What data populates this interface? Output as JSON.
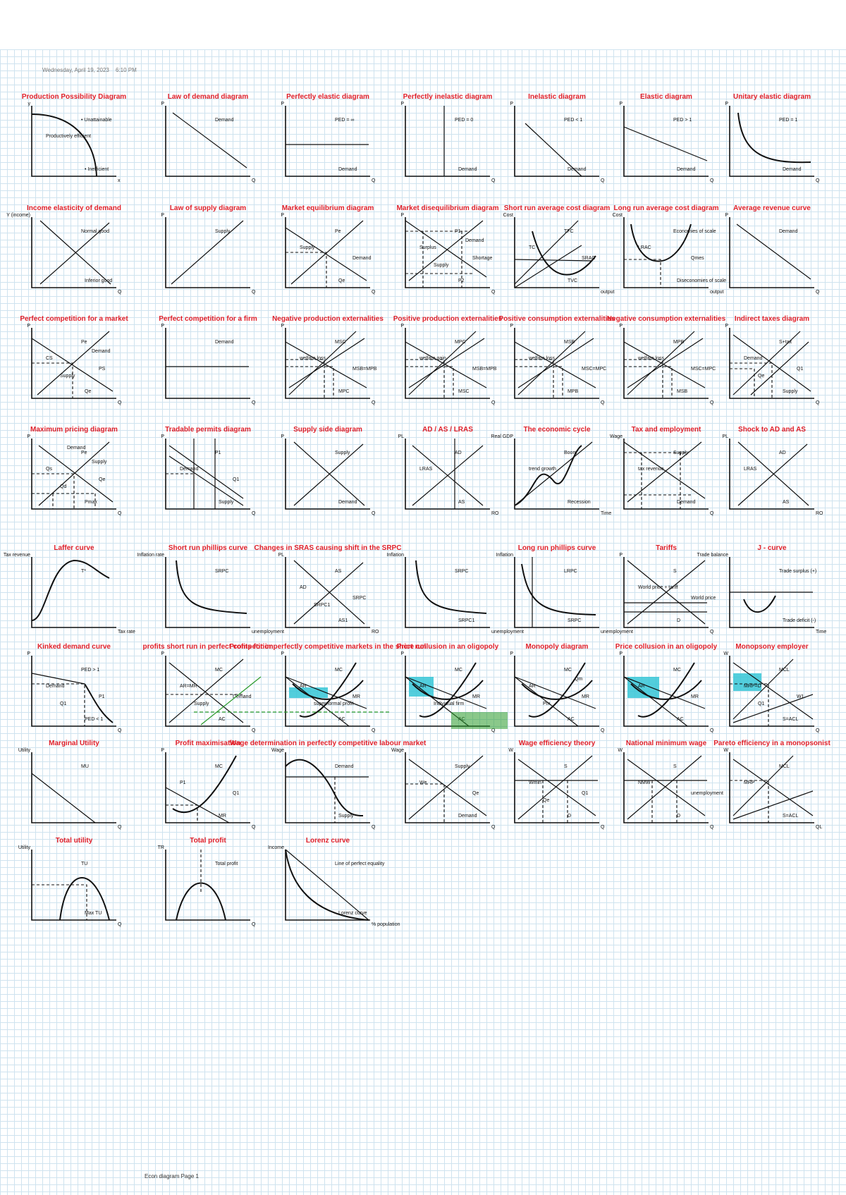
{
  "header": {
    "date": "Wednesday, April 19, 2023",
    "time": "6:10 PM"
  },
  "footer": {
    "page_label": "Econ diagram Page 1"
  },
  "rows": [
    {
      "diagrams": [
        {
          "title": "Production Possibility Diagram",
          "labels": [
            "y",
            "x",
            "• Unattainable",
            "• Inefficient",
            "Productively efficient"
          ]
        },
        {
          "title": "Law of demand diagram",
          "labels": [
            "P",
            "Q",
            "Demand"
          ]
        },
        {
          "title": "Perfectly elastic diagram",
          "labels": [
            "P",
            "Q",
            "PED = ∞",
            "Demand"
          ]
        },
        {
          "title": "Perfectly inelastic diagram",
          "labels": [
            "P",
            "Q",
            "PED = 0",
            "Demand"
          ]
        },
        {
          "title": "Inelastic diagram",
          "labels": [
            "P",
            "Q",
            "PED < 1",
            "Demand"
          ]
        },
        {
          "title": "Elastic diagram",
          "labels": [
            "P",
            "Q",
            "PED > 1",
            "Demand"
          ]
        },
        {
          "title": "Unitary elastic diagram",
          "labels": [
            "P",
            "Q",
            "PED = 1",
            "Demand"
          ]
        }
      ]
    },
    {
      "diagrams": [
        {
          "title": "Income elasticity of demand",
          "labels": [
            "Y (income)",
            "Q",
            "Normal good",
            "Inferior good"
          ]
        },
        {
          "title": "Law of supply diagram",
          "labels": [
            "P",
            "Q",
            "Supply"
          ]
        },
        {
          "title": "Market equilibrium diagram",
          "labels": [
            "P",
            "Q",
            "Pe",
            "Qe",
            "Supply",
            "Demand"
          ]
        },
        {
          "title": "Market disequilibrium diagram",
          "labels": [
            "P",
            "Q",
            "P1",
            "P2",
            "Surplus",
            "Shortage",
            "Supply",
            "Demand"
          ]
        },
        {
          "title": "Short run average cost diagram",
          "labels": [
            "Cost",
            "output",
            "TFC",
            "TVC",
            "TC",
            "SRAC"
          ]
        },
        {
          "title": "Long run average cost diagram",
          "labels": [
            "Cost",
            "output",
            "Economies of scale",
            "Diseconomies of scale",
            "LRAC",
            "Qmes"
          ]
        },
        {
          "title": "Average revenue curve",
          "labels": [
            "P",
            "Q",
            "Demand"
          ]
        }
      ]
    },
    {
      "diagrams": [
        {
          "title": "Perfect competition for a market",
          "labels": [
            "P",
            "Q",
            "Pe",
            "Qe",
            "CS",
            "PS",
            "Supply",
            "Demand"
          ]
        },
        {
          "title": "Perfect competition for a firm",
          "labels": [
            "P",
            "Q",
            "Demand"
          ]
        },
        {
          "title": "Negative production externalities",
          "labels": [
            "P",
            "Q",
            "MSC",
            "MPC",
            "welfare loss",
            "MSB=MPB"
          ]
        },
        {
          "title": "Positive production externalities",
          "labels": [
            "P",
            "Q",
            "MPC",
            "MSC",
            "welfare gain",
            "MSB=MPB"
          ]
        },
        {
          "title": "Positive consumption externalities",
          "labels": [
            "P",
            "Q",
            "MSB",
            "MPB",
            "welfare loss",
            "MSC=MPC"
          ]
        },
        {
          "title": "Negative consumption externalities",
          "labels": [
            "P",
            "Q",
            "MPB",
            "MSB",
            "welfare loss",
            "MSC=MPC"
          ]
        },
        {
          "title": "Indirect taxes diagram",
          "labels": [
            "P",
            "Q",
            "S+tax",
            "Supply",
            "Demand",
            "Q1",
            "Qe"
          ]
        }
      ]
    },
    {
      "diagrams": [
        {
          "title": "Maximum pricing diagram",
          "labels": [
            "P",
            "Q",
            "Pe",
            "Pmax",
            "Qs",
            "Qe",
            "Qd",
            "Supply",
            "Demand"
          ]
        },
        {
          "title": "Tradable permits diagram",
          "labels": [
            "P",
            "Q",
            "P1",
            "Supply",
            "Demand",
            "Q1"
          ]
        },
        {
          "title": "Supply side diagram",
          "labels": [
            "P",
            "Q",
            "Supply",
            "Demand"
          ]
        },
        {
          "title": "AD / AS / LRAS",
          "labels": [
            "PL",
            "RO",
            "AD",
            "AS",
            "LRAS"
          ]
        },
        {
          "title": "The economic cycle",
          "labels": [
            "Real GDP",
            "Time",
            "Boom",
            "Recession",
            "trend growth"
          ]
        },
        {
          "title": "Tax and employment",
          "labels": [
            "Wage",
            "Q",
            "Supply",
            "Demand",
            "tax revenue"
          ]
        },
        {
          "title": "Shock to AD and AS",
          "labels": [
            "PL",
            "RO",
            "AD",
            "AS",
            "LRAS"
          ]
        }
      ]
    },
    {
      "diagrams": [
        {
          "title": "Laffer curve",
          "labels": [
            "Tax revenue",
            "Tax rate",
            "T*"
          ]
        },
        {
          "title": "Short run phillips curve",
          "labels": [
            "Inflation rate",
            "unemployment",
            "SRPC"
          ]
        },
        {
          "title": "Changes in SRAS causing shift in the SRPC",
          "labels": [
            "PL",
            "RO",
            "AS",
            "AS1",
            "AD",
            "SRPC",
            "SRPC1"
          ]
        },
        {
          "title": "",
          "labels": [
            "Inflation",
            "unemployment",
            "SRPC",
            "SRPC1"
          ]
        },
        {
          "title": "Long run phillips curve",
          "labels": [
            "Inflation",
            "unemployment",
            "LRPC",
            "SRPC"
          ]
        },
        {
          "title": "Tariffs",
          "labels": [
            "P",
            "Q",
            "S",
            "D",
            "World price + tariff",
            "World price"
          ]
        },
        {
          "title": "J - curve",
          "labels": [
            "Trade balance",
            "Time",
            "Trade surplus (+)",
            "Trade deficit (-)"
          ]
        }
      ]
    },
    {
      "diagrams": [
        {
          "title": "Kinked demand curve",
          "labels": [
            "P",
            "Q",
            "PED > 1",
            "PED < 1",
            "Demand",
            "P1",
            "Q1"
          ]
        },
        {
          "title": "profits short run in perfect competition",
          "labels": [
            "P",
            "Q",
            "MC",
            "AC",
            "AR=MR",
            "Demand",
            "Supply"
          ]
        },
        {
          "title": "Profits for imperfectly competitive markets in the short run",
          "labels": [
            "P",
            "Q",
            "MC",
            "AC",
            "AR",
            "MR",
            "supernormal profit"
          ]
        },
        {
          "title": "Price collusion in an oligopoly",
          "labels": [
            "P",
            "Q",
            "MC",
            "AC",
            "AR",
            "MR",
            "Individual firm"
          ]
        },
        {
          "title": "Monopoly diagram",
          "labels": [
            "P",
            "Q",
            "MC",
            "AC",
            "AR",
            "MR",
            "Pm",
            "Qm"
          ]
        },
        {
          "title": "Price collusion in an oligopoly",
          "labels": [
            "P",
            "Q",
            "MC",
            "AC",
            "AR",
            "MR"
          ]
        },
        {
          "title": "Monopsony employer",
          "labels": [
            "W",
            "Q",
            "MCL",
            "S=ACL",
            "MRP=D",
            "W1",
            "Q1"
          ]
        }
      ]
    },
    {
      "diagrams": [
        {
          "title": "Marginal Utility",
          "labels": [
            "Utility",
            "Q",
            "MU"
          ]
        },
        {
          "title": "Profit maximisation",
          "labels": [
            "P",
            "Q",
            "MC",
            "MR",
            "P1",
            "Q1"
          ]
        },
        {
          "title": "Wage determination in perfectly competitive labour market",
          "labels": [
            "Wage",
            "Q",
            "Demand",
            "Supply"
          ]
        },
        {
          "title": "",
          "labels": [
            "Wage",
            "Q",
            "Supply",
            "Demand",
            "We",
            "Qe"
          ]
        },
        {
          "title": "Wage efficiency theory",
          "labels": [
            "W",
            "Q",
            "S",
            "D",
            "Wmin",
            "Q1",
            "Qe"
          ]
        },
        {
          "title": "National minimum wage",
          "labels": [
            "W",
            "Q",
            "S",
            "D",
            "NMW",
            "unemployment"
          ]
        },
        {
          "title": "Pareto efficiency in a monopsonist",
          "labels": [
            "W",
            "QL",
            "MCL",
            "S=ACL",
            "MRP"
          ]
        }
      ]
    },
    {
      "diagrams": [
        {
          "title": "Total utility",
          "labels": [
            "Utility",
            "Q",
            "TU",
            "Max TU"
          ]
        },
        {
          "title": "Total profit",
          "labels": [
            "TR",
            "Q",
            "Total profit"
          ]
        },
        {
          "title": "Lorenz curve",
          "labels": [
            "Income",
            "% population",
            "Line of perfect equality",
            "Lorenz curve"
          ]
        }
      ]
    }
  ]
}
